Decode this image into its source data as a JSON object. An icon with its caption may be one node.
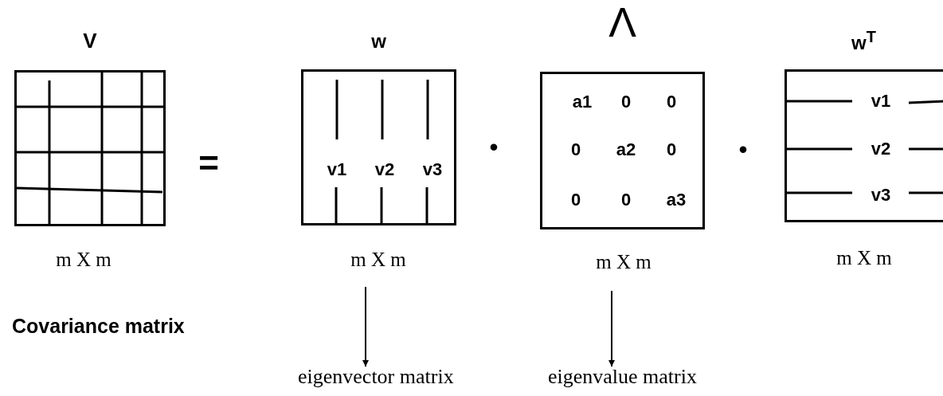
{
  "diagram": {
    "nodes": [
      {
        "text": [
          "V"
        ],
        "beside": [
          "m X m",
          "Covariance matrix"
        ]
      },
      {
        "text": [
          "w",
          "v1",
          "v2",
          "v3"
        ],
        "beside": [
          "m X m"
        ]
      },
      {
        "text": [
          "Λ",
          "a1",
          "0",
          "0",
          "0",
          "a2",
          "0",
          "0",
          "0",
          "a3"
        ],
        "beside": [
          "m X m"
        ]
      },
      {
        "text": [
          "w$^{T}$",
          "v1",
          "v2",
          "v3"
        ],
        "beside": [
          "m X m"
        ]
      },
      {
        "text": [
          "eigenvector matrix"
        ]
      },
      {
        "text": [
          "eigenvalue matrix"
        ]
      }
    ],
    "edges": [
      {
        "from": 1,
        "to": 4,
        "arrow": "to"
      },
      {
        "from": 2,
        "to": 5,
        "arrow": "to"
      }
    ],
    "labels": [
      "=",
      "•",
      "•"
    ]
  }
}
